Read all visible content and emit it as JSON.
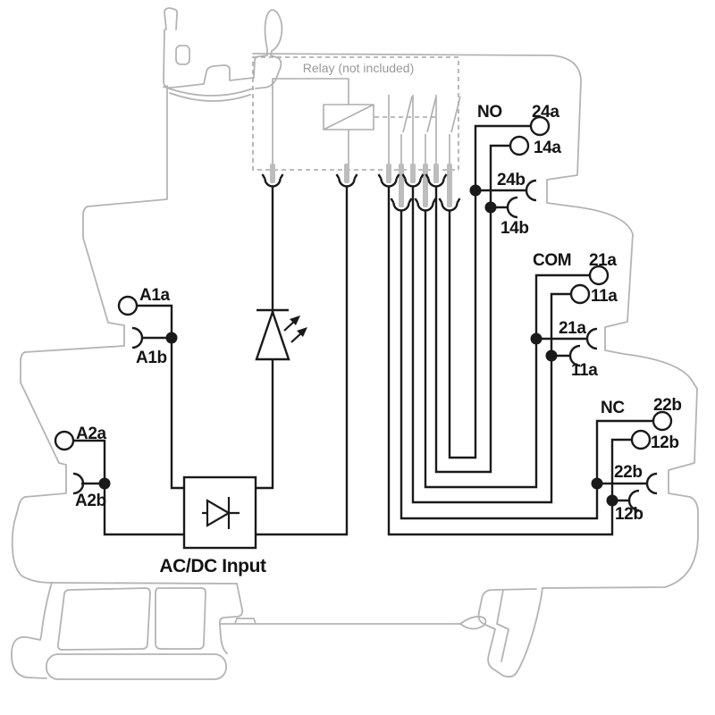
{
  "diagram": {
    "relay_box_label": "Relay (not included)",
    "input_block_label": "AC/DC Input",
    "contact_groups": [
      {
        "name": "NO",
        "plug_terminals": [
          "24a",
          "14a"
        ],
        "base_terminals": [
          "24b",
          "14b"
        ]
      },
      {
        "name": "COM",
        "plug_terminals": [
          "21a",
          "11a"
        ],
        "base_terminals": [
          "21a",
          "11a"
        ]
      },
      {
        "name": "NC",
        "plug_terminals": [
          "22b",
          "12b"
        ],
        "base_terminals": [
          "22b",
          "12b"
        ]
      }
    ],
    "coil_terminals": [
      "A1a",
      "A1b",
      "A2a",
      "A2b"
    ],
    "symbols": [
      "relay-coil",
      "relay-contacts",
      "led-indicator",
      "rectifier-diode",
      "din-rail-housing"
    ],
    "colors": {
      "wire": "#1a1a1a",
      "housing": "#b4b4b4",
      "pin": "#bdbdbd",
      "gray_text": "#999999"
    }
  },
  "labels": {
    "relay_box": "Relay (not included)",
    "input_block": "AC/DC Input",
    "group_no": "NO",
    "group_com": "COM",
    "group_nc": "NC",
    "no_24a": "24a",
    "no_14a": "14a",
    "no_24b": "24b",
    "no_14b": "14b",
    "com_21a_plug": "21a",
    "com_11a_plug": "11a",
    "com_21a_base": "21a",
    "com_11a_base": "11a",
    "nc_22b_plug": "22b",
    "nc_12b_plug": "12b",
    "nc_22b_base": "22b",
    "nc_12b_base": "12b",
    "coil_a1a": "A1a",
    "coil_a1b": "A1b",
    "coil_a2a": "A2a",
    "coil_a2b": "A2b"
  }
}
